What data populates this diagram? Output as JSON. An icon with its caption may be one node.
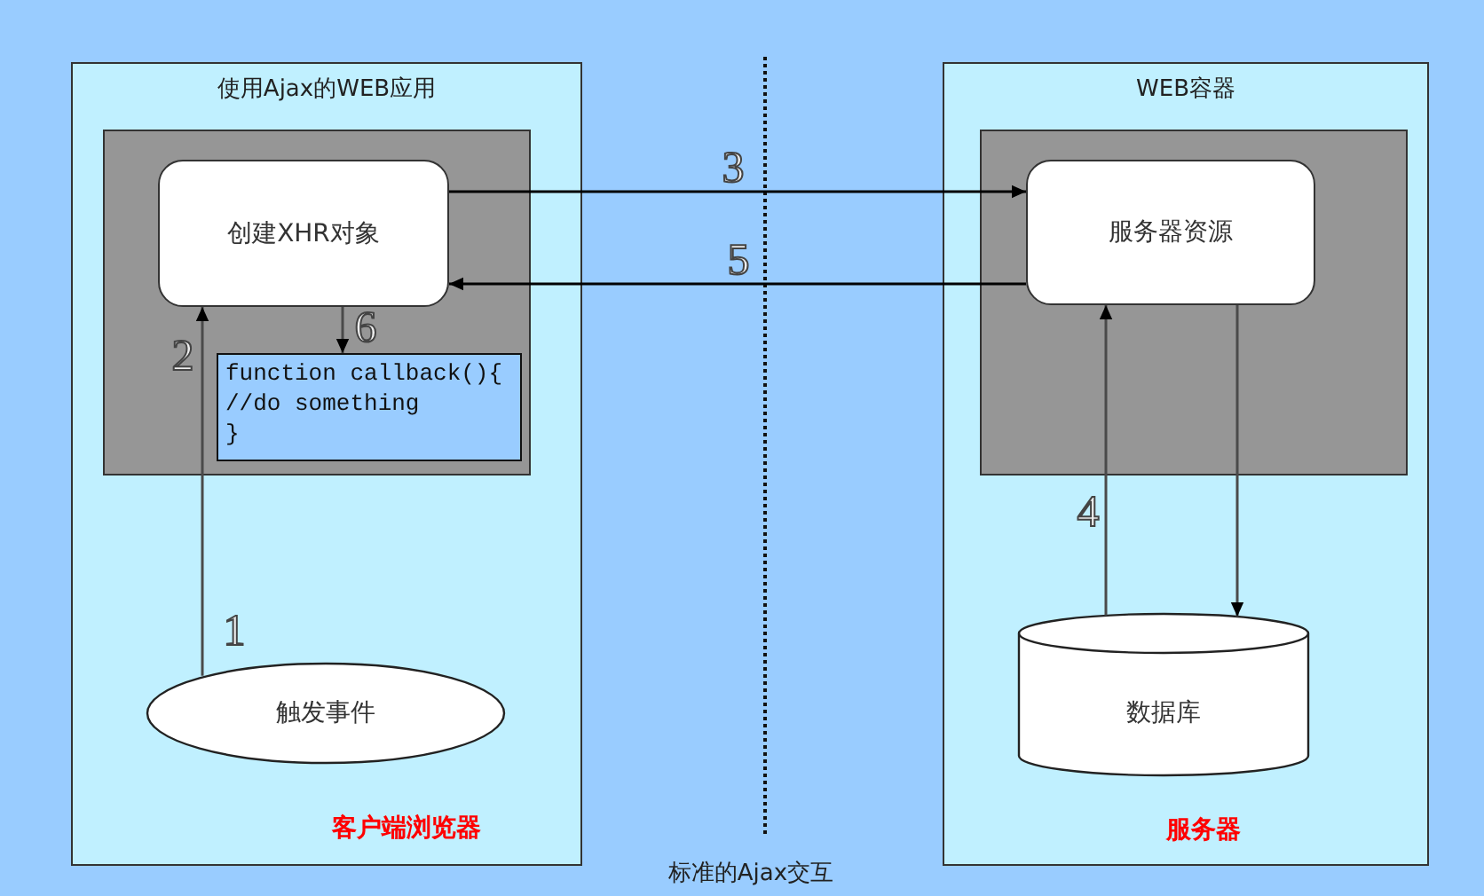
{
  "diagram": {
    "caption": "标准的Ajax交互",
    "nodes": [
      {
        "text": [
          "使用Ajax的WEB应用",
          "客户端浏览器"
        ]
      },
      {
        "text": [],
        "shape": "box",
        "in": 0
      },
      {
        "text": [
          "创建XHR对象"
        ],
        "in": 1
      },
      {
        "text": [
          "function callback(){",
          "//do something",
          "}"
        ],
        "in": 1
      },
      {
        "text": [
          "触发事件"
        ],
        "in": 0
      },
      {
        "text": [
          "WEB容器",
          "服务器"
        ]
      },
      {
        "text": [],
        "shape": "box",
        "in": 5
      },
      {
        "text": [
          "服务器资源"
        ],
        "in": 6
      },
      {
        "text": [
          "数据库"
        ],
        "in": 5
      }
    ],
    "edges": [
      {
        "from": 4,
        "to": 2,
        "arrow": "to",
        "label": "1"
      },
      {
        "from": 2,
        "to": 7,
        "arrow": "to",
        "label": "3",
        "color": "#000000"
      },
      {
        "from": 7,
        "to": 2,
        "arrow": "to",
        "label": "5",
        "color": "#000000"
      },
      {
        "from": 8,
        "to": 7,
        "arrow": "to",
        "label": "4"
      },
      {
        "from": 7,
        "to": 8,
        "arrow": "to"
      },
      {
        "from": 2,
        "to": 3,
        "arrow": "to",
        "label": "6"
      }
    ],
    "labels": [
      "2"
    ]
  }
}
